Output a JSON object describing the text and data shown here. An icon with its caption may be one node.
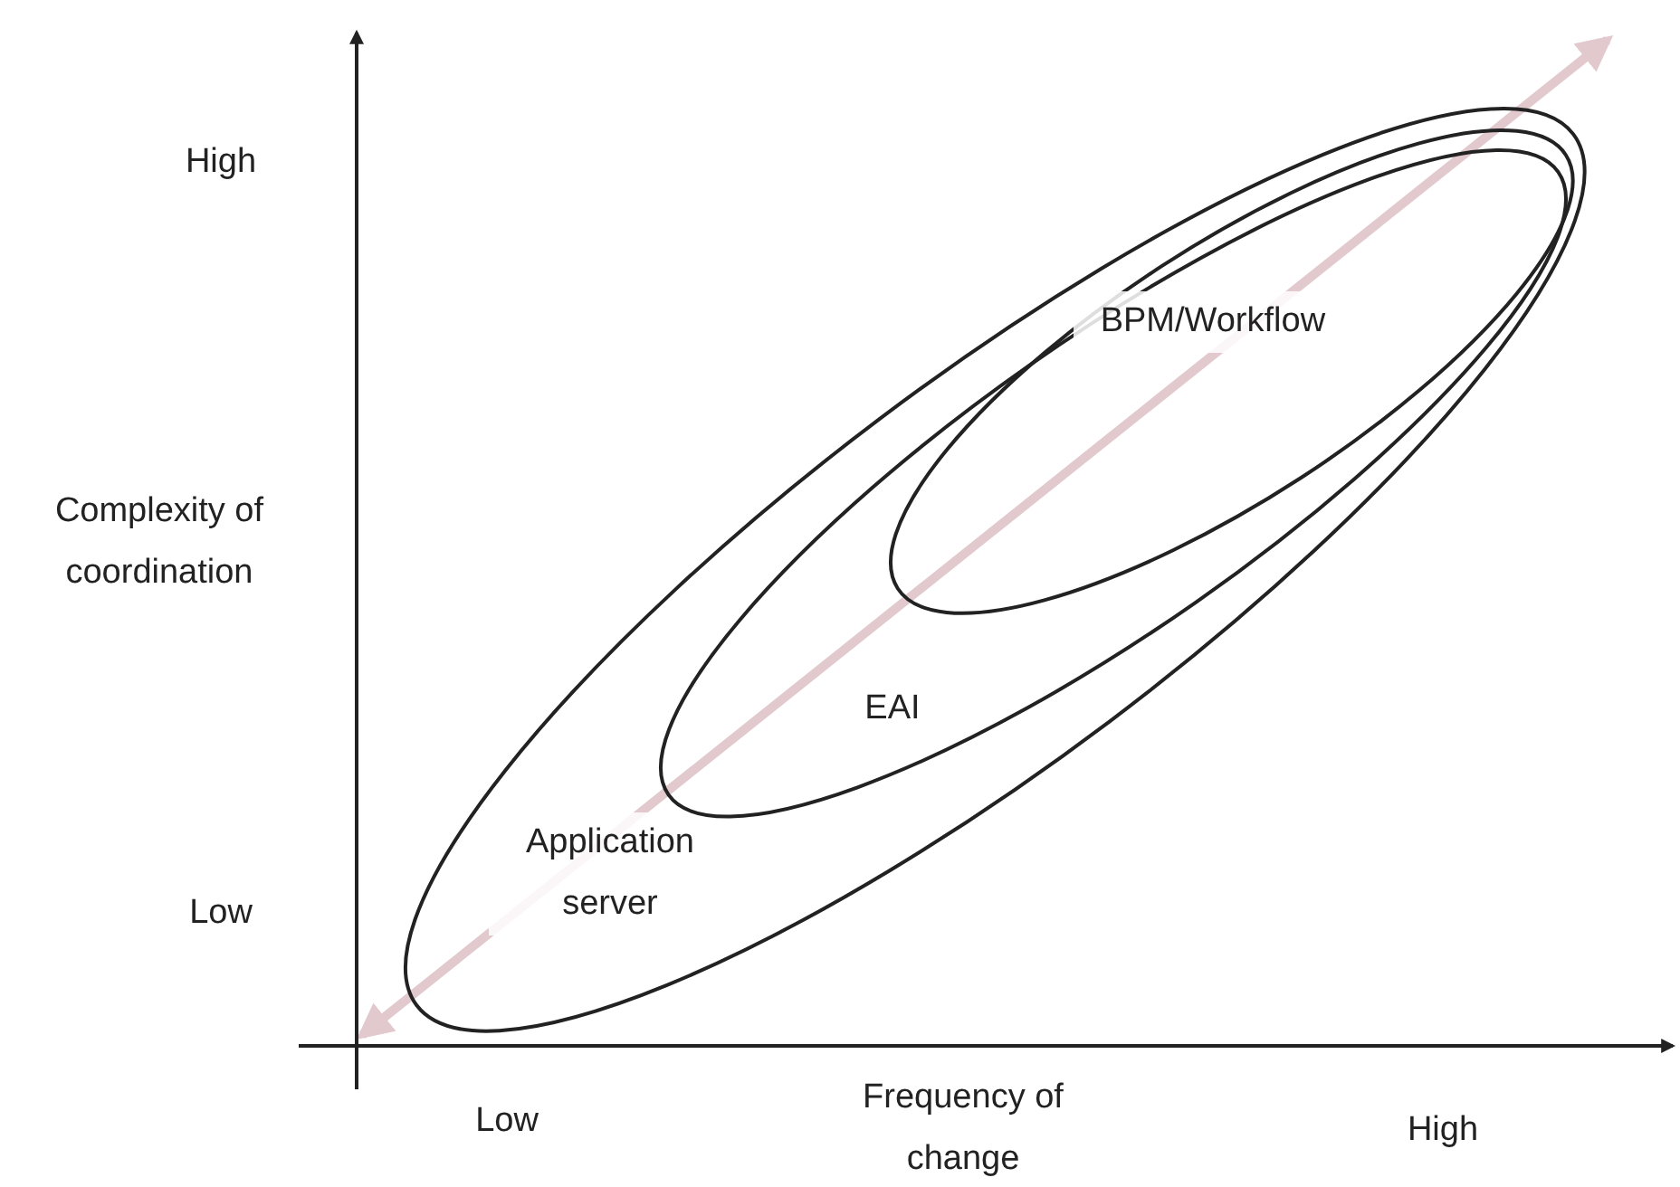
{
  "diagram": {
    "nodes": [
      {
        "text": [
          "Application server"
        ]
      },
      {
        "text": [
          "EAI"
        ],
        "in": 0
      },
      {
        "text": [
          "BPM/Workflow"
        ],
        "in": 1
      }
    ],
    "labels": [
      "High",
      "Complexity of coordination",
      "Low",
      "Low",
      "Frequency of change",
      "High"
    ]
  }
}
